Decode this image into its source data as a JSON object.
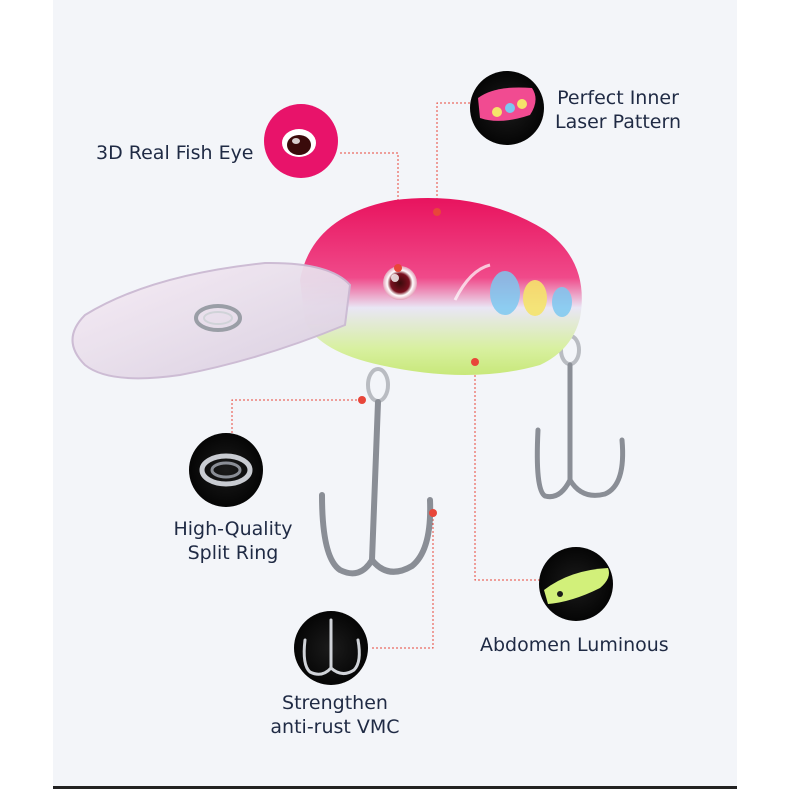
{
  "callouts": {
    "fish_eye": "3D Real Fish Eye",
    "laser_line1": "Perfect Inner",
    "laser_line2": "Laser Pattern",
    "ring_line1": "High-Quality",
    "ring_line2": "Split Ring",
    "abdomen": "Abdomen Luminous",
    "vmc_line1": "Strengthen",
    "vmc_line2": "anti-rust VMC"
  },
  "colors": {
    "label_text": "#1f2a44",
    "leader_line": "#e8463a",
    "background": "#f3f5f9"
  }
}
